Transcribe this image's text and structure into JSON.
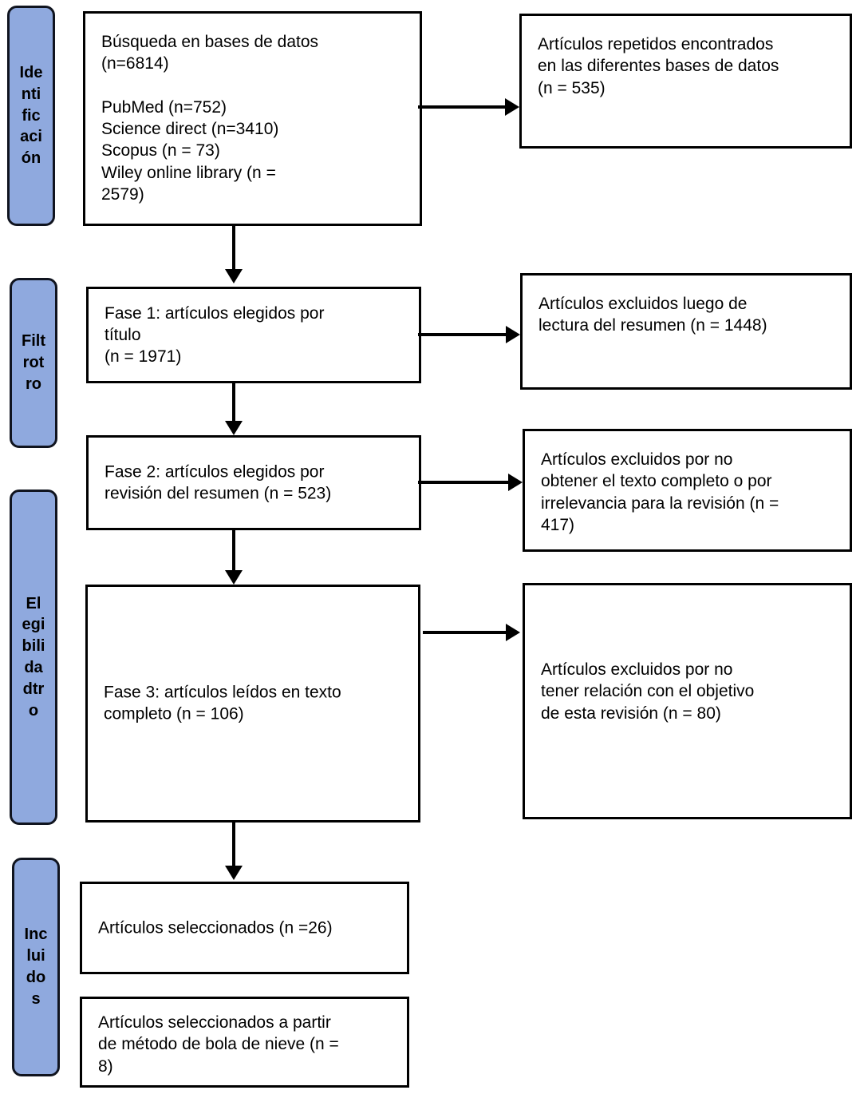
{
  "diagram": {
    "title": "PRISMA flow diagram",
    "accent_color": "#8fa9de",
    "border_color": "#000000",
    "background_color": "#ffffff"
  },
  "stages": [
    {
      "id": "identificacion",
      "label": "Identificación"
    },
    {
      "id": "filtro",
      "label": "Filtrotro"
    },
    {
      "id": "elegibilidad",
      "label": "Elegibilidadtro"
    },
    {
      "id": "incluidos",
      "label": "Incluidos"
    }
  ],
  "boxes": {
    "search": {
      "text": "Búsqueda en bases de datos\n(n=6814)\n\nPubMed (n=752)\nScience direct (n=3410)\nScopus (n = 73)\nWiley online library (n =\n2579)"
    },
    "duplicates": {
      "text": "Artículos repetidos encontrados\nen las diferentes bases de datos\n(n = 535)"
    },
    "phase1": {
      "text": "Fase 1: artículos elegidos por\ntítulo\n(n = 1971)"
    },
    "excluded1": {
      "text": "Artículos excluidos luego de\nlectura del resumen (n = 1448)"
    },
    "phase2": {
      "text": "Fase 2: artículos elegidos por\nrevisión del resumen (n = 523)"
    },
    "excluded2": {
      "text": "Artículos excluidos por no\nobtener el texto completo o por\nirrelevancia para la revisión (n =\n417)"
    },
    "phase3": {
      "text": "Fase 3: artículos leídos en texto\ncompleto (n = 106)"
    },
    "excluded3": {
      "text": "Artículos excluidos por no\ntener relación con el objetivo\nde esta revisión (n = 80)"
    },
    "selected": {
      "text": "Artículos seleccionados (n =26)"
    },
    "snowball": {
      "text": "Artículos seleccionados a partir\nde método de bola de nieve (n =\n8)"
    }
  },
  "chart_data": {
    "type": "diagram",
    "title": "PRISMA flow diagram (Spanish)",
    "nodes": [
      {
        "id": "search",
        "stage": "Identificación",
        "label": "Búsqueda en bases de datos",
        "n": 6814,
        "sources": [
          {
            "name": "PubMed",
            "n": 752
          },
          {
            "name": "Science direct",
            "n": 3410
          },
          {
            "name": "Scopus",
            "n": 73
          },
          {
            "name": "Wiley online library",
            "n": 2579
          }
        ]
      },
      {
        "id": "duplicates",
        "stage": "Identificación",
        "label": "Artículos repetidos encontrados en las diferentes bases de datos",
        "n": 535
      },
      {
        "id": "phase1",
        "stage": "Filtrotro",
        "label": "Fase 1: artículos elegidos por título",
        "n": 1971
      },
      {
        "id": "excluded1",
        "stage": "Filtrotro",
        "label": "Artículos excluidos luego de lectura del resumen",
        "n": 1448
      },
      {
        "id": "phase2",
        "stage": "Filtrotro",
        "label": "Fase 2: artículos elegidos por revisión del resumen",
        "n": 523
      },
      {
        "id": "excluded2",
        "stage": "Filtrotro",
        "label": "Artículos excluidos por no obtener el texto completo o por irrelevancia para la revisión",
        "n": 417
      },
      {
        "id": "phase3",
        "stage": "Elegibilidadtro",
        "label": "Fase 3: artículos leídos en texto completo",
        "n": 106
      },
      {
        "id": "excluded3",
        "stage": "Elegibilidadtro",
        "label": "Artículos excluidos por no tener relación con el objetivo de esta revisión",
        "n": 80
      },
      {
        "id": "selected",
        "stage": "Incluidos",
        "label": "Artículos seleccionados",
        "n": 26
      },
      {
        "id": "snowball",
        "stage": "Incluidos",
        "label": "Artículos seleccionados a partir de método de bola de nieve",
        "n": 8
      }
    ],
    "edges": [
      {
        "from": "search",
        "to": "duplicates",
        "direction": "right"
      },
      {
        "from": "search",
        "to": "phase1",
        "direction": "down"
      },
      {
        "from": "phase1",
        "to": "excluded1",
        "direction": "right"
      },
      {
        "from": "phase1",
        "to": "phase2",
        "direction": "down"
      },
      {
        "from": "phase2",
        "to": "excluded2",
        "direction": "right"
      },
      {
        "from": "phase2",
        "to": "phase3",
        "direction": "down"
      },
      {
        "from": "phase3",
        "to": "excluded3",
        "direction": "right"
      },
      {
        "from": "phase3",
        "to": "selected",
        "direction": "down"
      }
    ]
  }
}
